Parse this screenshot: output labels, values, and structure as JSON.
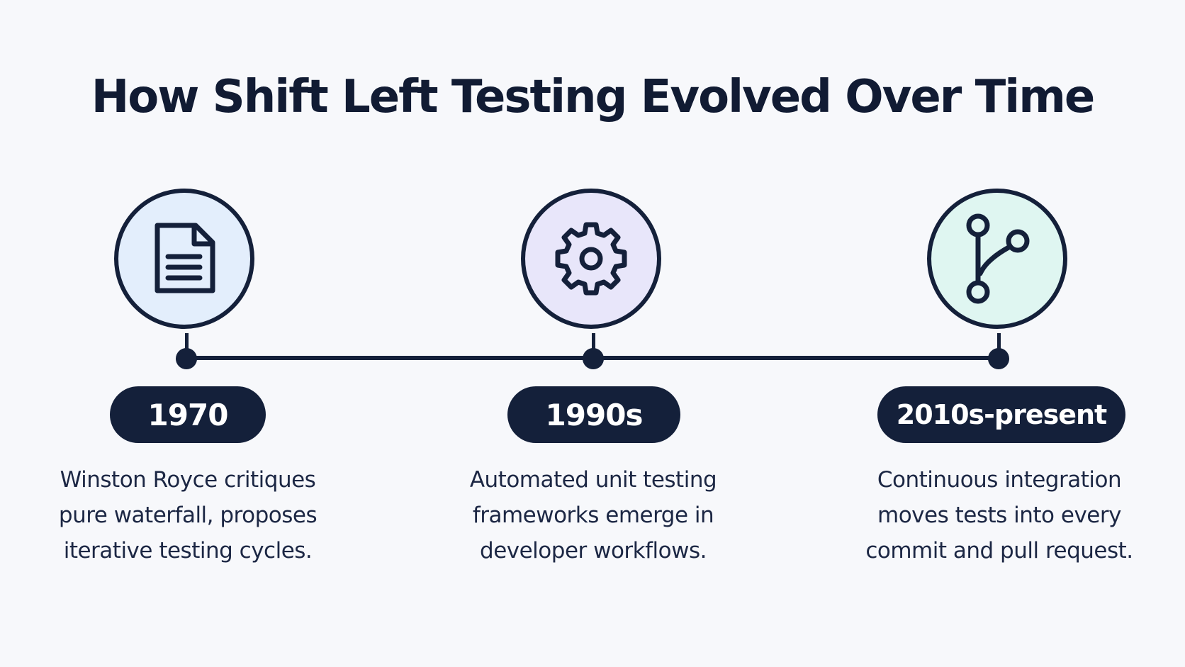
{
  "title": "How Shift Left Testing Evolved Over Time",
  "colors": {
    "dark": "#14203a",
    "background": "#f7f8fb",
    "circle_1_fill": "#e3eefc",
    "circle_2_fill": "#e8e6fa",
    "circle_3_fill": "#dff6f1"
  },
  "milestones": [
    {
      "icon": "document-icon",
      "year": "1970",
      "lines": [
        "Winston Royce critiques",
        "pure waterfall, proposes",
        "iterative testing cycles."
      ]
    },
    {
      "icon": "gear-icon",
      "year": "1990s",
      "lines": [
        "Automated unit testing",
        "frameworks emerge in",
        "developer workflows."
      ]
    },
    {
      "icon": "git-branch-icon",
      "year": "2010s-present",
      "lines": [
        "Continuous integration",
        "moves tests into every",
        "commit and pull request."
      ]
    }
  ]
}
